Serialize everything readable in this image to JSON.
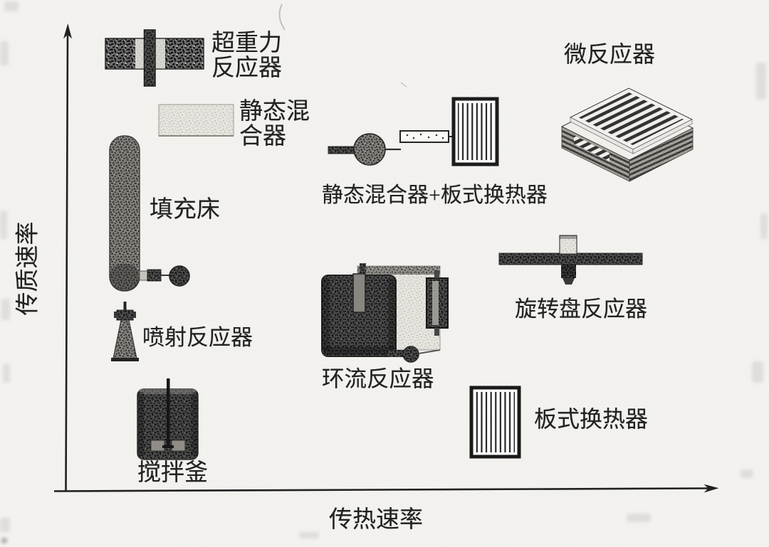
{
  "axes": {
    "y_label": "传质速率",
    "x_label": "传热速率"
  },
  "equipment": [
    {
      "name": "high-gravity-reactor",
      "icon": "high-gravity-reactor-icon",
      "label": "超重力\n反应器"
    },
    {
      "name": "static-mixer",
      "icon": "static-mixer-icon",
      "label": "静态混\n合器"
    },
    {
      "name": "packed-bed",
      "icon": "packed-bed-icon",
      "label": "填充床"
    },
    {
      "name": "jet-reactor",
      "icon": "jet-reactor-icon",
      "label": "喷射反应器"
    },
    {
      "name": "stirred-tank",
      "icon": "stirred-tank-icon",
      "label": "搅拌釜"
    },
    {
      "name": "static-mixer-plate-hx",
      "icon": "static-mixer-plate-hx-icon",
      "label": "静态混合器+板式换热器"
    },
    {
      "name": "microreactor",
      "icon": "microreactor-icon",
      "label": "微反应器"
    },
    {
      "name": "loop-reactor",
      "icon": "loop-reactor-icon",
      "label": "环流反应器"
    },
    {
      "name": "rotating-disk-reactor",
      "icon": "rotating-disk-reactor-icon",
      "label": "旋转盘反应器"
    },
    {
      "name": "plate-heat-exchanger",
      "icon": "plate-heat-exchanger-icon",
      "label": "板式换热器"
    }
  ],
  "colors": {
    "ink": "#1a1a1a",
    "paper": "#f6f5f2"
  }
}
